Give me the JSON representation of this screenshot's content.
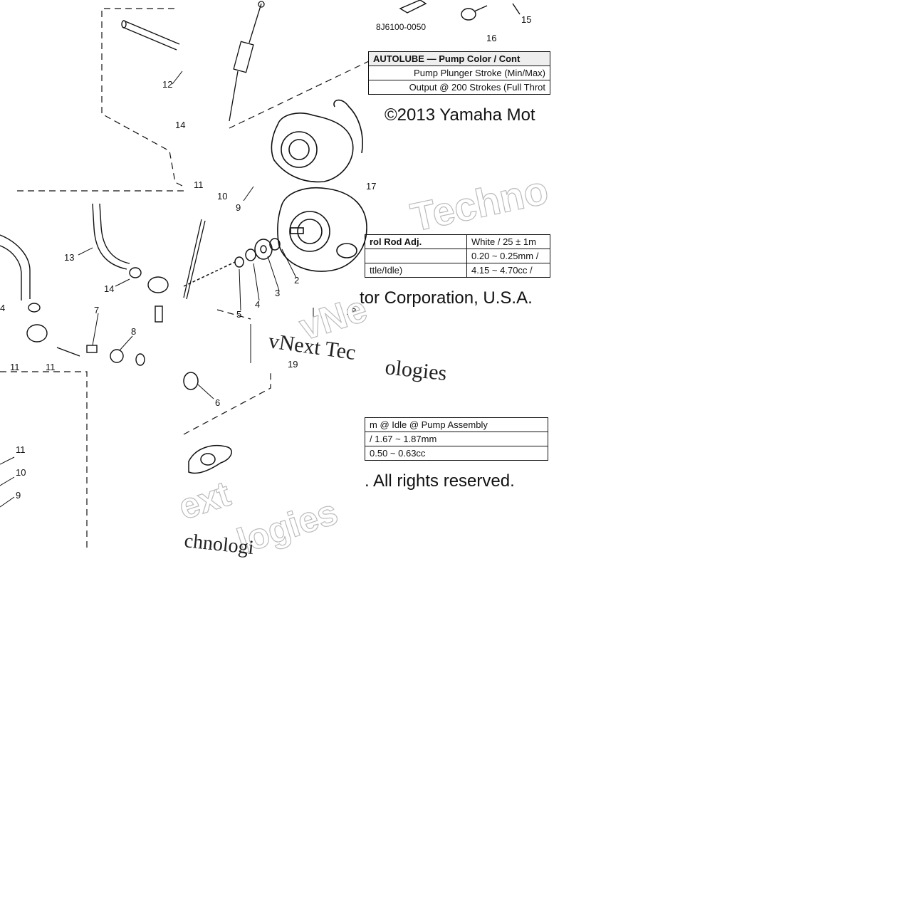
{
  "part_code": "8J6100-0050",
  "spec_table_top": {
    "rows": [
      [
        "AUTOLUBE — Pump Color / Cont"
      ],
      [
        "Pump Plunger Stroke (Min/Max)"
      ],
      [
        "Output @ 200 Strokes (Full Throt"
      ]
    ]
  },
  "spec_table_mid": {
    "rows": [
      [
        "rol Rod Adj.",
        "White / 25 ± 1m"
      ],
      [
        "",
        "0.20 ~ 0.25mm /"
      ],
      [
        "ttle/Idle)",
        "4.15 ~ 4.70cc / "
      ]
    ]
  },
  "spec_table_bottom": {
    "rows": [
      [
        "m @ Idle @ Pump Assembly"
      ],
      [
        "/ 1.67 ~ 1.87mm"
      ],
      [
        "0.50 ~ 0.63cc"
      ]
    ]
  },
  "copyright": {
    "line_top": "©2013 Yamaha Mot",
    "line_mid": "tor Corporation, U.S.A.",
    "line_bottom": ". All rights reserved."
  },
  "watermarks": {
    "techno_top": "Techno",
    "vnext_serif": "vNext Tec",
    "ologies_serif": "ologies",
    "vnext_outline": "vNe",
    "ext_outline": "ext",
    "logies_outline": "logies",
    "chnologi_serif": "chnologi"
  },
  "callouts": {
    "upper_left": [
      "12",
      "14",
      "11"
    ],
    "upper_center": [
      "10",
      "9"
    ],
    "top_right": [
      "16",
      "15"
    ],
    "pump": [
      "2",
      "3",
      "4",
      "5",
      "6",
      "18",
      "19",
      "17"
    ],
    "mid_left": [
      "13",
      "14",
      "7",
      "8",
      "4",
      "11",
      "11"
    ],
    "lower_left": [
      "11",
      "10",
      "9"
    ]
  },
  "colors": {
    "ink": "#111111",
    "paper": "#ffffff",
    "watermark_outline": "#bbbbbb"
  }
}
